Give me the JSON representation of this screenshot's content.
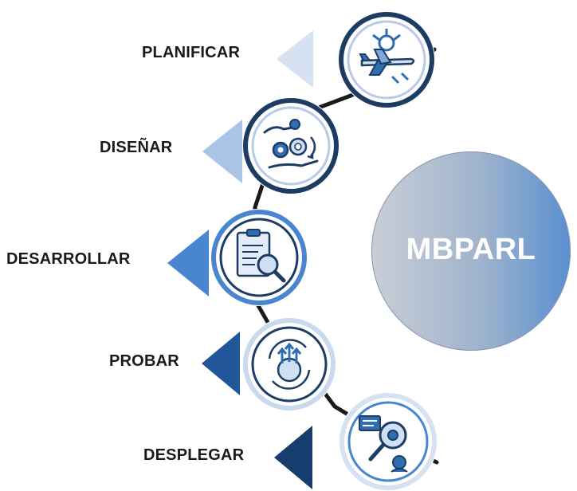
{
  "center": {
    "label": "MBPARL"
  },
  "steps": [
    {
      "label": "PLANIFICAR",
      "icon": "plane-gear-icon",
      "color": "#d6e2f2"
    },
    {
      "label": "DISEÑAR",
      "icon": "hands-gears-icon",
      "color": "#a9c4e6"
    },
    {
      "label": "DESARROLLAR",
      "icon": "clipboard-magnifier-icon",
      "color": "#4a86d0"
    },
    {
      "label": "PROBAR",
      "icon": "gear-arrows-icon",
      "color": "#21579a"
    },
    {
      "label": "DESPLEGAR",
      "icon": "search-feedback-icon",
      "color": "#163d6e"
    }
  ],
  "colors": {
    "ring_dark": "#1d3c63",
    "icon_blue": "#2f6db5",
    "connector": "#1a1a1a"
  }
}
